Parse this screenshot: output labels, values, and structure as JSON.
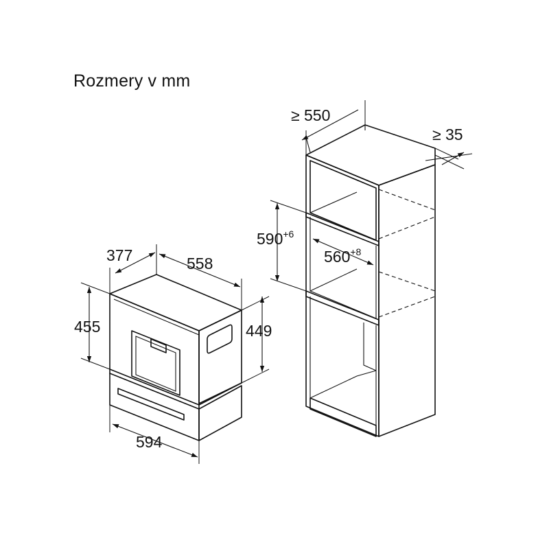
{
  "title": "Rozmery v mm",
  "appliance": {
    "depth_label": "377",
    "depth_top_label": "558",
    "height_label": "455",
    "side_height_label": "449",
    "width_label": "594"
  },
  "cabinet": {
    "depth_label": "≥ 550",
    "gap_label": "≥ 35",
    "niche_height_label": "590",
    "niche_height_tolerance": "+6",
    "niche_width_label": "560",
    "niche_width_tolerance": "+8"
  }
}
